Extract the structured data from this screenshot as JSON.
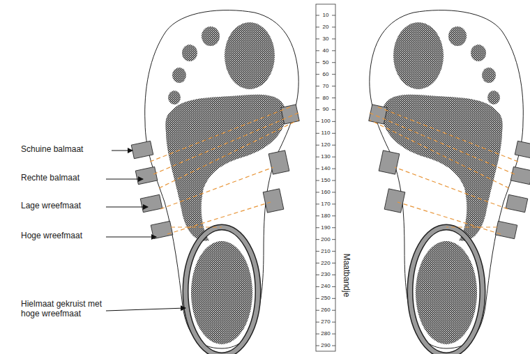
{
  "diagram": {
    "labels": [
      "Schuine balmaat",
      "Rechte balmaat",
      "Lage wreefmaat",
      "Hoge wreefmaat",
      "Hielmaat gekruist met hoge wreefmaat",
      "10",
      "20",
      "30",
      "40",
      "50",
      "60",
      "70",
      "80",
      "90",
      "100",
      "110",
      "120",
      "130",
      "140",
      "150",
      "160",
      "170",
      "180",
      "190",
      "200",
      "210",
      "220",
      "230",
      "240",
      "250",
      "260",
      "270",
      "280",
      "290",
      "Maatbandje"
    ]
  }
}
